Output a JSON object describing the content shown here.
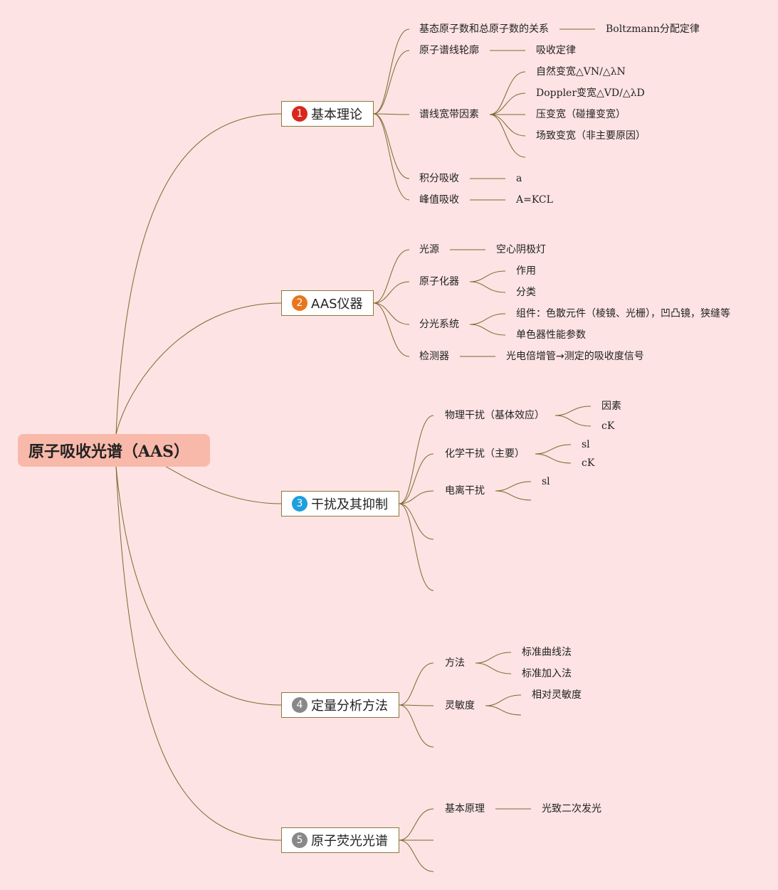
{
  "root": "原子吸收光谱（AAS）",
  "branches": [
    {
      "num": "1",
      "label": "基本理论",
      "color": "#d9261c",
      "children": [
        {
          "text": "基态原子数和总原子数的关系",
          "leaf": "Boltzmann分配定律"
        },
        {
          "text": "原子谱线轮廓",
          "leaf": "吸收定律"
        },
        {
          "text": "谱线宽带因素",
          "items": [
            "自然变宽△VN/△λN",
            "Doppler变宽△VD/△λD",
            "压变宽（碰撞变宽）",
            "场致变宽（非主要原因）"
          ]
        },
        {
          "text": "积分吸收",
          "leaf": "a"
        },
        {
          "text": "峰值吸收",
          "leaf": "A=KCL"
        }
      ]
    },
    {
      "num": "2",
      "label": "AAS仪器",
      "color": "#e8761c",
      "children": [
        {
          "text": "光源",
          "leaf": "空心阴极灯"
        },
        {
          "text": "原子化器",
          "items": [
            "作用",
            "分类"
          ]
        },
        {
          "text": "分光系统",
          "items": [
            "组件：色散元件（棱镜、光栅），凹凸镜，狭缝等",
            "单色器性能参数"
          ]
        },
        {
          "text": "检测器",
          "leaf": "光电倍增管→测定的吸收度信号"
        }
      ]
    },
    {
      "num": "3",
      "label": "干扰及其抑制",
      "color": "#1f9ee0",
      "children": [
        {
          "text": "物理干扰（基体效应）",
          "items": [
            "因素",
            "cK"
          ]
        },
        {
          "text": "化学干扰（主要）",
          "items": [
            "sl",
            "cK"
          ]
        },
        {
          "text": "电离干扰",
          "items": [
            "sl"
          ]
        }
      ]
    },
    {
      "num": "4",
      "label": "定量分析方法",
      "color": "#888888",
      "children": [
        {
          "text": "方法",
          "items": [
            "标准曲线法",
            "标准加入法"
          ]
        },
        {
          "text": "灵敏度",
          "items": [
            "相对灵敏度"
          ]
        }
      ]
    },
    {
      "num": "5",
      "label": "原子荧光光谱",
      "color": "#888888",
      "children": [
        {
          "text": "基本原理",
          "leaf": "光致二次发光"
        }
      ]
    }
  ]
}
